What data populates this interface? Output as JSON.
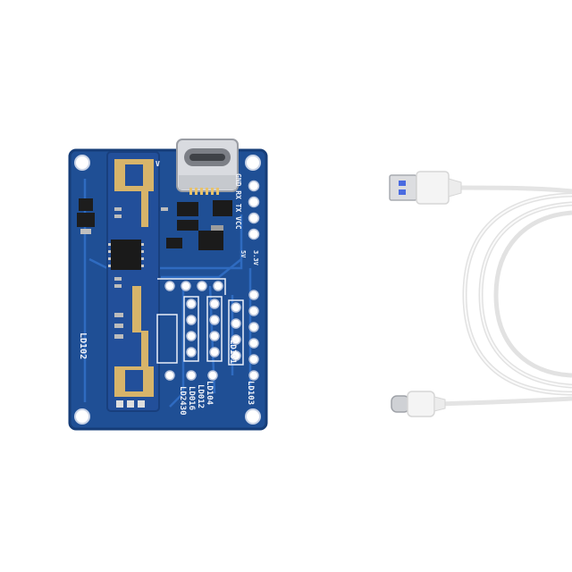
{
  "board": {
    "silkscreen": {
      "ld102": "LD102",
      "ld101": "LD101",
      "ld103": "LD103",
      "ld104": "LD104",
      "ld012": "LD012",
      "ld016": "LD016",
      "ld2430": "LD2430",
      "pins": "GND RX TX VCC",
      "v33": "3.3V",
      "v5": "5V",
      "v_top": "V"
    }
  },
  "colors": {
    "pcb": "#1f4f95",
    "pcb_dark": "#163d78",
    "trace": "#2f6bc0",
    "gold": "#d7b46a",
    "silk": "#f2f4fa",
    "cable": "#f3f3f3",
    "usb_a_tab": "#4a6be0"
  }
}
